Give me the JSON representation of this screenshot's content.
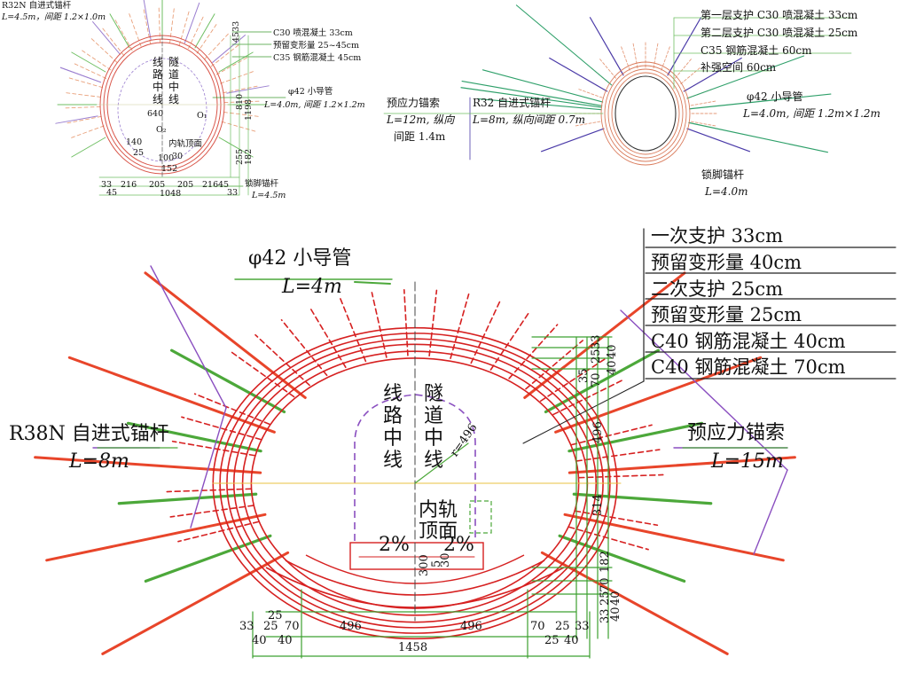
{
  "figure_a": {
    "anchor": "R32N 自进式锚杆",
    "anchor_spec": "L=4.5m，间距 1.2×1.0m",
    "layers": [
      "C30 喷混凝土 33cm",
      "预留变形量 25~45cm",
      "C35 钢筋混凝土 45cm"
    ],
    "pipe": "φ42 小导管",
    "pipe_spec": "L=4.0m, 间距 1.2×1.2m",
    "foot_bolt": "锁脚锚杆",
    "foot_bolt_spec": "L=4.5m",
    "route_center": [
      "线",
      "路",
      "中",
      "线"
    ],
    "tunnel_center": [
      "隧",
      "道",
      "中",
      "线"
    ],
    "rail_top": "内轨顶面",
    "dims_bottom": [
      "33",
      "45",
      "216",
      "205",
      "205",
      "216",
      "45",
      "33"
    ],
    "total_width": "1048",
    "dims_right": [
      "4533",
      "810",
      "1198",
      "255",
      "182"
    ],
    "inner_dims": [
      "640",
      "O₁",
      "O₂",
      "140",
      "25",
      "30",
      "100",
      "152"
    ]
  },
  "figure_b": {
    "layers": [
      "第一层支护 C30 喷混凝土 33cm",
      "第二层支护 C30 喷混凝土 25cm",
      "C35 钢筋混凝土 60cm",
      "补强空间 60cm"
    ],
    "cable": "预应力锚索",
    "cable_spec_1": "L=12m, 纵向",
    "cable_spec_2": "间距 1.4m",
    "anchor": "R32 自进式锚杆",
    "anchor_spec": "L=8m, 纵向间距 0.7m",
    "pipe": "φ42 小导管",
    "pipe_spec": "L=4.0m, 间距 1.2m×1.2m",
    "foot_bolt": "锁脚锚杆",
    "foot_bolt_spec": "L=4.0m"
  },
  "figure_c": {
    "pipe": "φ42 小导管",
    "pipe_spec": "L=4m",
    "anchor": "R38N 自进式锚杆",
    "anchor_spec": "L=8m",
    "cable": "预应力锚索",
    "cable_spec": "L=15m",
    "layers": [
      "一次支护 33cm",
      "预留变形量 40cm",
      "二次支护 25cm",
      "预留变形量 25cm",
      "C40 钢筋混凝土 40cm",
      "C40 钢筋混凝土 70cm"
    ],
    "route_center": [
      "线",
      "路",
      "中",
      "线"
    ],
    "tunnel_center": [
      "隧",
      "道",
      "中",
      "线"
    ],
    "radius": "r=496",
    "rail_top_1": "内轨",
    "rail_top_2": "顶面",
    "slope_left": "2%",
    "slope_right": "2%",
    "center_dims": [
      "300",
      "5",
      "30"
    ],
    "dims_bottom_left": [
      "33",
      "25",
      "70",
      "40",
      "40",
      "25"
    ],
    "dims_bottom_mid": [
      "496",
      "496"
    ],
    "dims_bottom_right": [
      "70",
      "25",
      "33",
      "25",
      "40"
    ],
    "total_width": "1458",
    "dims_right_top": [
      "35",
      "70",
      "25",
      "33",
      "40",
      "40"
    ],
    "dims_right_mid": [
      "496",
      "314"
    ],
    "dims_right_bottom": [
      "182",
      "70",
      "25",
      "33",
      "40",
      "40"
    ],
    "colors": {
      "lining": "#d62020",
      "cable": "#e8452a",
      "pipe": "#4ca83a",
      "guide": "#8a4fc0",
      "dim_box": "#3ca030"
    }
  }
}
